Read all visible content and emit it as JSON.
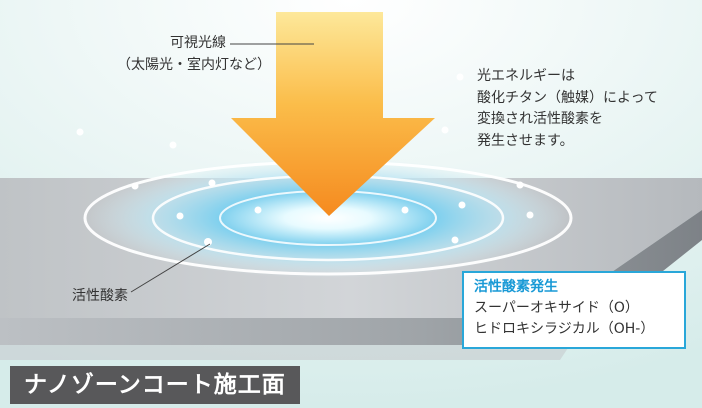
{
  "light_label": "可視光線",
  "light_sub": "（太陽光・室内灯など）",
  "energy_text": [
    "光エネルギーは",
    "酸化チタン（触媒）によって",
    "変換され活性酸素を",
    "発生させます。"
  ],
  "radical_label": "活性酸素",
  "info_box": {
    "heading": "活性酸素発生",
    "lines": [
      "スーパーオキサイド（O）",
      "ヒドロキシラジカル（OH-）"
    ]
  },
  "banner": "ナノゾーンコート施工面",
  "colors": {
    "box_border": "#29a7d9",
    "heading_blue": "#1a9ad6",
    "banner_bg": "#58585a",
    "arrow_top": "#fde89a",
    "arrow_bottom": "#f58a1f"
  }
}
